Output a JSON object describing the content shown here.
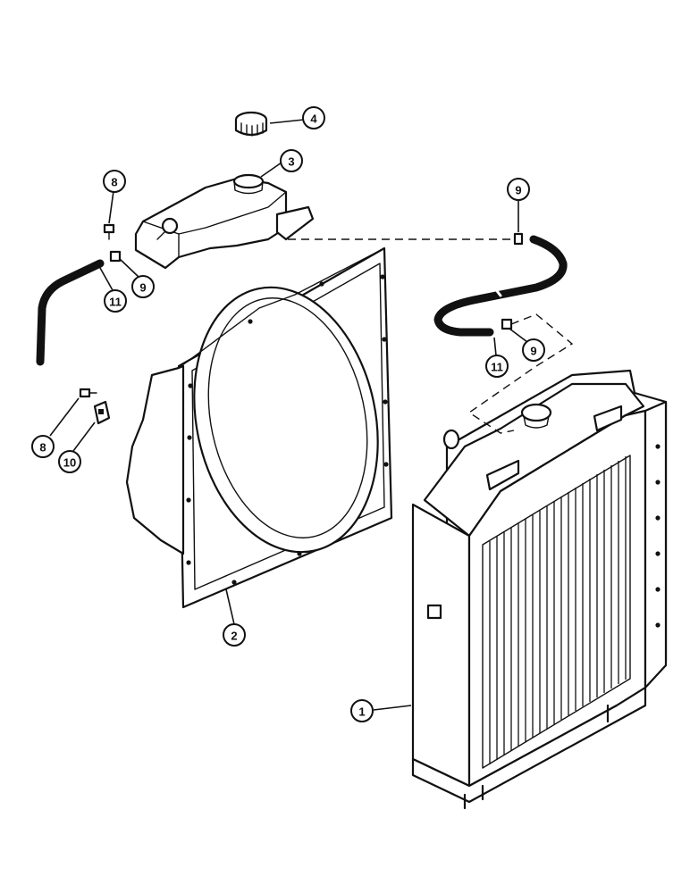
{
  "callouts": [
    {
      "id": "c1",
      "label": "1",
      "part": "radiator"
    },
    {
      "id": "c2",
      "label": "2",
      "part": "fan-shroud"
    },
    {
      "id": "c3",
      "label": "3",
      "part": "expansion-tank"
    },
    {
      "id": "c4",
      "label": "4",
      "part": "tank-cap"
    },
    {
      "id": "c8a",
      "label": "8",
      "part": "bolt"
    },
    {
      "id": "c8b",
      "label": "8",
      "part": "bolt"
    },
    {
      "id": "c9a",
      "label": "9",
      "part": "hose-clamp"
    },
    {
      "id": "c9b",
      "label": "9",
      "part": "hose-clamp"
    },
    {
      "id": "c9c",
      "label": "9",
      "part": "hose-clamp"
    },
    {
      "id": "c10",
      "label": "10",
      "part": "clip"
    },
    {
      "id": "c11a",
      "label": "11",
      "part": "hose"
    },
    {
      "id": "c11b",
      "label": "11",
      "part": "hose"
    }
  ]
}
